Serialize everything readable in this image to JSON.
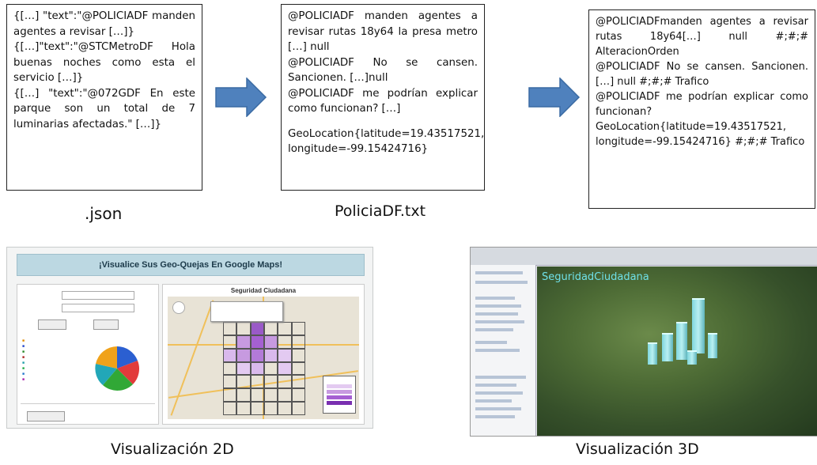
{
  "box_json": {
    "lines": [
      "{[…]  \"text\":\"@POLICIADF manden agentes a revisar […]}",
      "{[…]\"text\":\"@STCMetroDF Hola buenas noches como esta el servicio […]}",
      "{[…]  \"text\":\"@072GDF En este parque son un total de 7 luminarias afectadas.\" […]}"
    ]
  },
  "box_txt": {
    "lines": [
      "@POLICIADF manden agentes a revisar rutas 18y64 la presa metro […]                      null",
      "@POLICIADF No se cansen. Sancionen. […]null",
      "@POLICIADF me podrían explicar como funcionan? […]",
      "GeoLocation{latitude=19.43517521, longitude=-99.15424716}"
    ]
  },
  "box_out": {
    "lines": [
      "@POLICIADFmanden agentes a revisar rutas 18y64[…] null     #;#;# AlteracionOrden",
      "@POLICIADF No se cansen. Sancionen. […]          null          #;#;# Trafico",
      "@POLICIADF me podrían explicar como funcionan? GeoLocation{latitude=19.43517521, longitude=-99.15424716} #;#;# Trafico"
    ]
  },
  "captions": {
    "json": ".json",
    "txt": "PoliciaDF.txt",
    "viz2d": "Visualización 2D",
    "viz3d": "Visualización 3D"
  },
  "screen2d": {
    "banner": "¡Visualice Sus Geo-Quejas En Google Maps!",
    "map_title": "Seguridad Ciudadana"
  },
  "screen3d": {
    "overlay_title": "SeguridadCiudadana"
  },
  "colors": {
    "arrow": "#4f81bd",
    "arrow_border": "#3a6aa3"
  }
}
